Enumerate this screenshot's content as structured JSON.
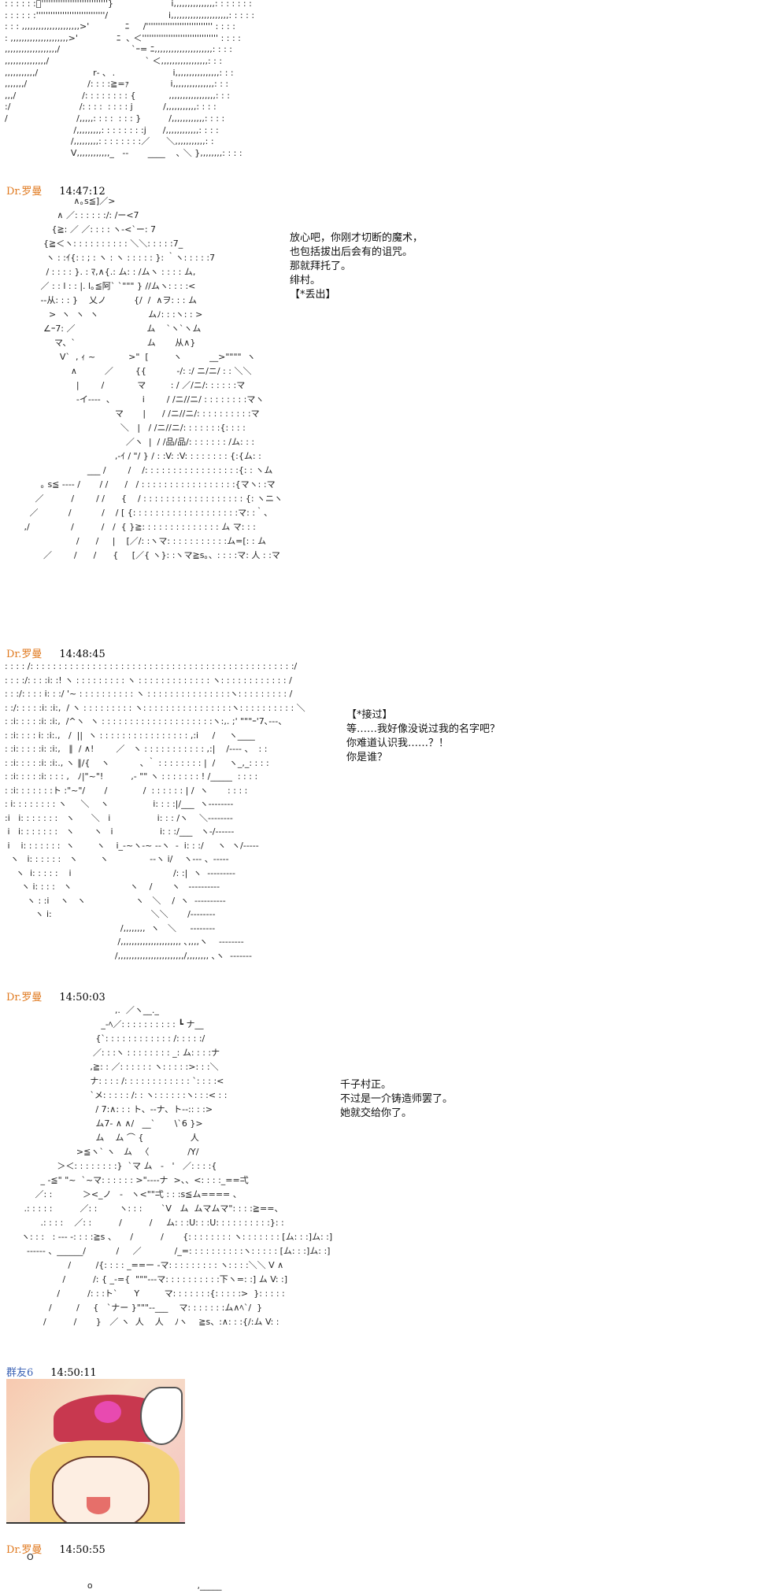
{
  "messages": [
    {
      "art": ": : : : : :ﾞ''''''''''''''''''''''''''''}                     i,,,,,,,,,,,,,,,: : : : : : :\n: : : : : :'''''''''''''''''''''''''''''/                      i,,,,,,,,,,,,,,,,,,,,,: : : : :\n: : : ,,,,,,,,,,,,,,,,,,,,,>'             ﾆ     /'''''''''''''''''''''''''''' : : : :\n: ,,,,,,,,,,,,,,,,,,,,,>'              ﾆ  ､ ＜'''''''''''''''''''''''''''''''' : : : :\n,,,,,,,,,,,,,,,,,,,/                          `ｰ= ﾆ,,,,,,,,,,,,,,,,,,,,,: : : :\n,,,,,,,,,,,,,,,/                                   ` ＜,,,,,,,,,,,,,,,,,: : :\n,,,,,,,,,,,/                    r‐ ､  .                     i,,,,,,,,,,,,,,,,: : :\n,,,,,,,/                      /: : : :≧=ｧ               i,,,,,,,,,,,,,,,: : :\n,,,/                        /: : : : : : : : {            ,,,,,,,,,,,,,,,,,: : :\n:/                         /: : : :  : : : : j           /,,,,,,,,,,,: : : :\n/                         /,,,,,: : : :  : : : }          /,,,,,,,,,,,,: : : :\n                         /,,,,,,,,,: : : : : : : :j      /,,,,,,,,,,,,: : : :\n                        /,,,,,,,,,: : : : : : : :／      ＼,,,,,,,,,,,: :\n                        V,,,,,,,,,,,,_   ‐-       ____    ､ ＼ },,,,,,,,: : : :"
    },
    {
      "sender": "Dr.罗曼",
      "time": "14:47:12",
      "art": "                         ∧｡s≦]／>\n                   ∧ ／: : : : : :/: /ー<7\n                 {≧: ／ ／: : : : ヽ‐<`ー: 7\n              {≧＜ヽ: : : : : : : : : : ＼＼: : : : :7_\n               ヽ : :ｲ{: : ; : ヽ : ヽ : : : : : }: ｀ヽ: : : : :7\n               / : : : : }. : ﾏ,∧{.: ム: : /ムヽ : : : : ム,\n             ／ : : l : : |. l｡≦阿` `\"\"\" } //ムヽ: : : :<\n             ‐-从: : : }    乂ノ          {/  /  ∧ヲ: : : ム\n                >  ヽ  ヽ  ヽ                  ムﾉ: : :ヽ: : >\n              ∠ｰ7: ／                          ム    `ヽ`ヽム\n                  マ、`                          ム       从∧}\n                    V`  , ｨ ~            >\"  [         ヽ          __>\"\"\"\"  ヽ\n                        ∧          ／        {{           ‐/: :/ ニ/ニ/ : : ＼＼\n                          |        /            マ         : / ／/ニ/: : : : : :マ\n                          ‐イ‐‐‐‐  、          i        / /ニ//ニ/ : : : : : : : :マヽ\n                                        マ       |      / /ニ//ニ/: : : : : : : : : :マ\n                                          ＼   |   / /ニ//ニ/: : : : : : :{: : : :\n                                            ／ヽ  |  / /品/品/: : : : : : : /ム: : :\n                                        ,-ｲ / \"/ } / : :V: :V: : : : : : : : {:{ム: :\n                              ___ /        /    /: : : : : : : : : : : : : : : : :{: : ヽム\n             ｡ s≦ ‐‐‐‐ /       / /      /   / : : : : : : : : : : : : : : : : :{マヽ: :マ\n           ／          /        / /      {    / : : : : : : : : : : : : : : : : : : {: ヽニヽ\n         ／           /           /    / [ {: : : : : : : : : : : : : : : : : : :マ: :｀、\n       ,/               /          /   /  { }≧: : : : : : : : : : : : : : ム マ: : :\n                          /      /     |    [／/: :ヽマ: : : : : : : : : : :ム=[: : ム\n              ／        /      /      {     [／{ ヽ}: :ヽマ≧s｡、: : : :マ: 人 : :マ",
      "text": "放心吧，你刚才切断的魔术，\n也包括拔出后会有的诅咒。\n那就拜托了。\n绯村。\n【*丢出】"
    },
    {
      "sender": "Dr.罗曼",
      "time": "14:48:45",
      "art": ": : : : /: : : : : : : : : : : : : : : : : : : : : : : : : : : : : : : : : : : : : : : : : : : : : : :/\n: : : :/: : : :i: :! ヽ : : : : : : : : : ヽ : : : : : : : : : : : : : ヽ: : : : : : : : : : : : /\n: : :/: : : : i: : :/ '~ : : : : : : : : : : ヽ : : : : : : : : : : : : : : :ヽ: : : : : : : : : /\n: :/: : : : :i: :i:,  / ヽ : : : : : : : : : ヽ: : : : : : : : : : : : : : : :ヽ: : : : : : : : : : ＼\n: :i: : : : :i: :i:,  /^ヽ  ヽ : : : : : : : : : : : : : : : : : : : :ヽ:,. ;' \"\"\"ｰ'7､‐‐‐、\n: :i: : : : i: :i:.,   /  ||  ヽ : : : : : : : : : : : : : : : : ,:i     /     ヽ____\n: :i: : : : :i: :i:,   ∥  / ∧!        ／   ヽ : : : : : : : : : : : ,:|    /‐‐‐‐ 、  : :\n: :i: : : : :i: :i:., ヽ ∥/{    ヽ           ､ ｀ : : : : : : : : |  /     ヽ_,_: : : :\n: :i: : : : :i: : : : ,   ﾉ|\"~\"!          ,- \"\" ヽ : : : : : : : ! /_____  : : : :\n: :i: : : : : : :ト :\"~\"/       /             /  : : : : : : | /  ヽ       : : : :\n: i: : : : : : : : ヽ     ＼    ヽ                i: : : :|/___  ヽ‐‐‐‐‐‐‐‐\n:i   i: : : : : : :   ヽ      ＼   i                 i: : : /ヽ    ＼‐‐‐‐‐‐‐‐\n i   i: : : : : : :   ヽ       ヽ   i                 i: : :/___   ヽ‐/‐‐‐‐‐‐\n i    i: : : : : : :  ヽ        ヽ    i_-~ヽ-~ ‐-ヽ  ‐  i: : :/     ヽ  ヽ/‐‐‐‐‐\n  ヽ   i: : : : : :   ヽ        ヽ               ‐-ヽ i/    ヽ‐‐‐ 、‐‐‐‐‐\n    ヽ  i: : : : :    i                                     /: :|  ヽ  ‐‐‐‐‐‐‐‐‐\n      ヽ i: : : :   ヽ                     ヽ    /       ヽ   ‐‐‐‐‐‐‐‐‐‐\n        ヽ : :i    ヽ   ヽ                  ヽ   ＼    /  ヽ  ‐‐‐‐‐‐‐‐‐‐\n           ヽ i:                                    ＼＼       /‐‐‐‐‐‐‐‐\n                                          /,,,,,,,,  ヽ   ＼     ‐‐‐‐‐‐‐‐\n                                         /,,,,,,,,,,,,,,,,,,,,,, ､,,,,ヽ    ‐‐‐‐‐‐‐‐\n                                        /,,,,,,,,,,,,,,,,,,,,,,,,/,,,,,,,, ､ヽ  ‐‐‐‐‐‐‐",
      "text": "【*接过】\n等……我好像没说过我的名字吧？\n你难道认识我……？！\n你是谁？"
    },
    {
      "sender": "Dr.罗曼",
      "time": "14:50:03",
      "art": "                                        ,.  ／ヽ__._\n                                   _-ﾍ／: : : : : : : : : : ┗ ナ__\n                                 {`: : : : : : : : : : : : /: : : : :/\n                                ／: : :ヽ : : : : : : : : _: ム: : : :ナ\n                               ,≧: : ／: : : : : : ヽ: : : : :>: : :＼\n                               ナ: : : : /: : : : : : : : : : : : `: : : :<\n                               `メ: : : : : /: : ヽ: : : : : :ヽ: : :< : :\n                                 / 7:∧: : : ト、-‐ナ、ト‐‐:: : :>\n                                 ム7‐ ∧ ∧/   __`       \\`6 }>\n                                 ム    ム ⌒ {                 人\n                          >≦ヽ` ヽ   ム   〈              /Y/\n                   ＞＜: : : : : : : :}  `マ ム   ‐   '   ／: : : :{\n             _ -≦\" \"~  `~マ: : : : : : >\"‐‐‐‐ナ  >、、<: : : :_==弌\n           ／: :           ＞<_ノ   ‐   ヽ<\"\"弌 : : :s≦ム==== 、\n       .: : : : :          ／: :        ヽ: : :       `V   ム  ムマムマ\": : : :≧==、\n             .: : : :    ／: :          /          /     ム: : :U: : :U: : : : : : : : : :}: :\n      ヽ: : :   : ‐‐‐ ‐: : : :≧s 、     /          /       {: : : : : : : : ヽ: : : : : : : [ム: : :]ム: :]\n        ‐‐‐‐‐‐ 、______/           /     ／            /_=: : : : : : : : : :ヽ: : : : : [ム: : :]ム: :]\n                       /         /{: : : : _==ー ‐マ: : : : : : : : : ヽ: : : :＼＼ V ∧\n                     /          /: { _-={  \"\"\"‐‐‐マ: : : : : : : : : :下ヽ=: :] ム V: :]\n                   /          /: : :ト`      Y         マ: : : : : : :{: : : : :>  }: : : : :\n                /         /     {   `ナー }\"\"\"‐-___    マ: : : : : : :ム∧ﾍ`/  }\n              /          /       }   ／ ヽ  人    人    ﾉヽ    ≧s、:∧: : :{/:ム V: :",
      "text": "千子村正。\n不过是一介铸造师罢了。\n她就交给你了。"
    },
    {
      "sender": "群友6",
      "time": "14:50:11"
    },
    {
      "sender": "Dr.罗曼",
      "time": "14:50:55",
      "art": "        O\n\n                              o                                      ,_____"
    }
  ],
  "colors": {
    "sender_orange": "#e07a20",
    "sender_blue": "#3b62b5"
  }
}
